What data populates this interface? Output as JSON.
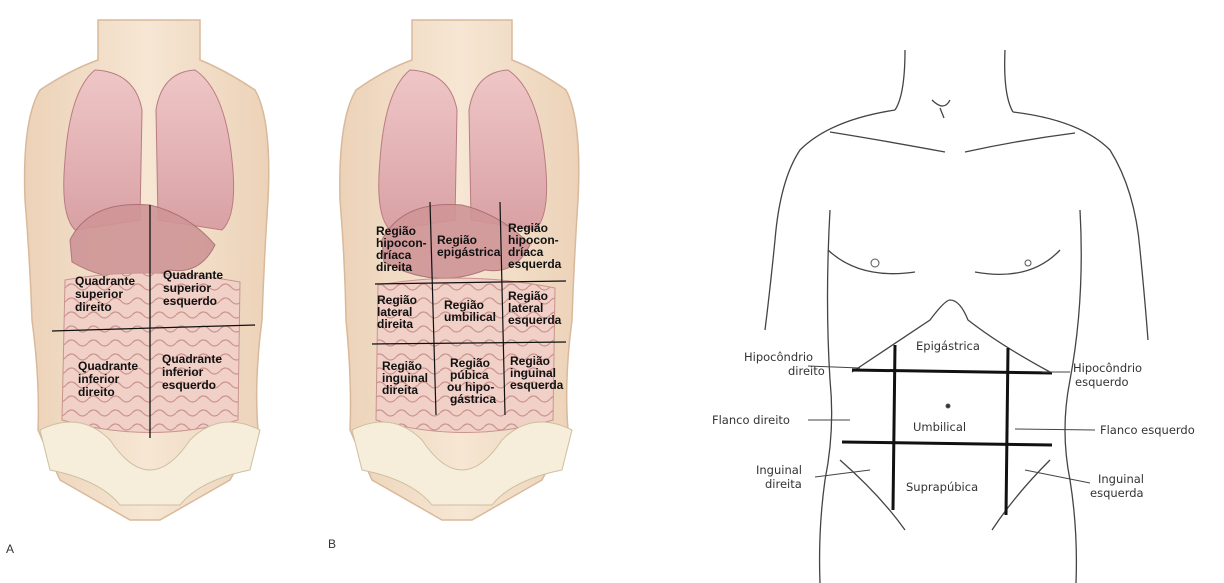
{
  "panel_a": {
    "letter": "A",
    "quadrants": {
      "sup_dir": [
        "Quadrante",
        "superior",
        "direito"
      ],
      "sup_esq": [
        "Quadrante",
        "superior",
        "esquerdo"
      ],
      "inf_dir": [
        "Quadrante",
        "inferior",
        "direito"
      ],
      "inf_esq": [
        "Quadrante",
        "inferior",
        "esquerdo"
      ]
    }
  },
  "panel_b": {
    "letter": "B",
    "regions": {
      "hipocondriaca_direita": [
        "Região",
        "hipocon-",
        "dríaca",
        "direita"
      ],
      "epigastrica": [
        "Região",
        "epigástrica"
      ],
      "hipocondriaca_esquerda": [
        "Região",
        "hipocon-",
        "dríaca",
        "esquerda"
      ],
      "lateral_direita": [
        "Região",
        "lateral",
        "direita"
      ],
      "umbilical": [
        "Região",
        "umbilical"
      ],
      "lateral_esquerda": [
        "Região",
        "lateral",
        "esquerda"
      ],
      "inguinal_direita": [
        "Região",
        "inguinal",
        "direita"
      ],
      "pubica": [
        "Região",
        "púbica",
        "ou hipo-",
        "gástrica"
      ],
      "inguinal_esquerda": [
        "Região",
        "inguinal",
        "esquerda"
      ]
    }
  },
  "panel_c": {
    "center_labels": {
      "epigastrica": "Epigástrica",
      "umbilical": "Umbilical",
      "suprapubica": "Suprapúbica"
    },
    "side_labels": {
      "hipocondrio_direito": [
        "Hipocôndrio",
        "direito"
      ],
      "hipocondrio_esquerdo": [
        "Hipocôndrio",
        "esquerdo"
      ],
      "flanco_direito": "Flanco direito",
      "flanco_esquerdo": "Flanco esquerdo",
      "inguinal_direita": [
        "Inguinal",
        "direita"
      ],
      "inguinal_esquerda": [
        "Inguinal",
        "esquerda"
      ]
    }
  },
  "colors": {
    "skin": "#f3dfc8",
    "skin_edge": "#d9b99a",
    "lung": "#e4b3b6",
    "liver": "#c98a8c",
    "intestine": "#efc9c2",
    "bone": "#f5ecd6",
    "line": "#111111"
  }
}
